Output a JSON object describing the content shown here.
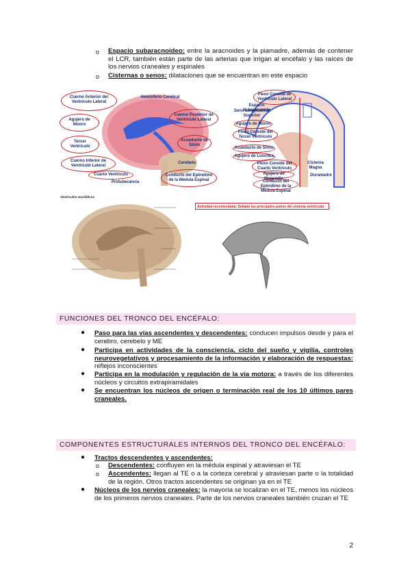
{
  "sec1": {
    "item1_term": "Espacio subaracnoideo:",
    "item1_text": " entre la aracnoides y la piamadre, además de contener el LCR, también están parte de las arterias que irrigan al encéfalo y las raíces de los nervios craneales y espinales",
    "item2_term": "Cisternas o senos:",
    "item2_text": " dilataciones que se encuentran en este espacio"
  },
  "fig1": {
    "labels": [
      "Cuerno Anterior del Ventrículo Lateral",
      "Agujero de Monro",
      "Tercer Ventrículo",
      "Cuerno Inferior de Ventrículo Lateral",
      "Cuarto Ventrículo",
      "Protuberancia",
      "Hemisferio Cerebral",
      "Cuerno Posterior de Ventrículo Lateral",
      "Acueducto de Silvio",
      "Cerebelo",
      "Conducto del Epéndimo de la Médula Espinal"
    ]
  },
  "fig2": {
    "labels": [
      "Plexo Coroide de Ventrículo Lateral",
      "Espacio Subaracnoide",
      "Seno Longitudinal Superior",
      "Agujero de Monro",
      "Plexo Coroide del Tercer Ventrículo",
      "Acueducto de Silvio",
      "Agujero de Luschka",
      "Plexo Coroide del Cuarto Ventrículo",
      "Agujero de Magendie",
      "Conducto del Epéndimo de la Médula Espinal",
      "Cisterna Magna",
      "Duramadre"
    ]
  },
  "fig3": {
    "title": "Ventrículos encefálicos"
  },
  "fig4": {
    "note": "Actividad recomendada: Señalar las principales partes del sistema ventricular"
  },
  "sec2": {
    "header": "FUNCIONES DEL TRONCO DEL ENCÉFALO:",
    "b1_term": "Paso para las vías ascendentes y descendentes:",
    "b1_text": " conducen impulsos desde y para el cerebro, cerebelo y ME",
    "b2_term": "Participa en actividades de la consciencia, ciclo del sueño y vigilia, controles neurovegetativos y procesamiento de la información y elaboración de respuestas:",
    "b2_text": " reflejos inconscientes",
    "b3_term": "Participa en la modulación y regulación de la vía motora:",
    "b3_text": " a través de los diferentes núcleos y circuitos extrapiramidales",
    "b4_term": "Se encuentran los núcleos de origen o terminación real de los 10 últimos pares craneales."
  },
  "sec3": {
    "header": "COMPONENTES ESTRUCTURALES INTERNOS DEL TRONCO DEL ENCÉFALO:",
    "b1_term": "Tractos descendentes y ascendentes:",
    "s1_term": "Descendentes:",
    "s1_text": " confluyen en la médula espinal y atraviesan el TE",
    "s2_term": "Ascendentes:",
    "s2_text": " llegan al TE o a la corteza cerebral y atraviesan parte o la totalidad de la región. Otros tractos ascendentes se originan ya en el TE",
    "b2_term": "Núcleos de los nervios craneales:",
    "b2_text": " la mayoría se localizan en el TE, menos los núcleos de los primeros nervios craneales. Parte de los nervios craneales también cruzan el TE"
  },
  "page_number": "2"
}
